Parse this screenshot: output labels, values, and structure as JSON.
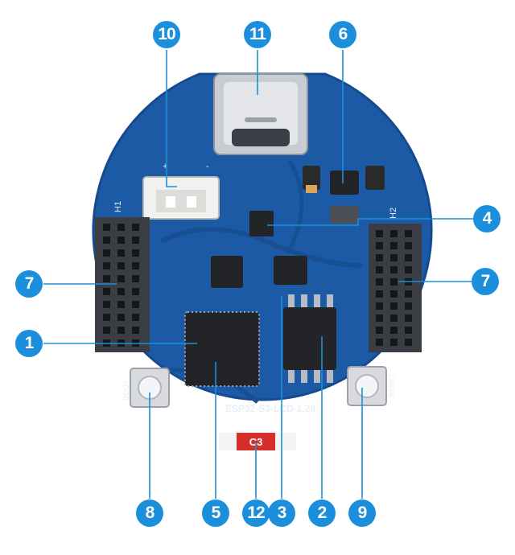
{
  "board": {
    "model_text": "ESP32-S3-LCD-1.28",
    "header_left_label": "H1",
    "header_right_label": "H2",
    "boot_label": "BOOT",
    "reset_label": "RESET",
    "cap_label": "C3",
    "pin_plus": "+",
    "pin_minus": "-"
  },
  "callouts": [
    "1",
    "2",
    "3",
    "4",
    "5",
    "6",
    "7",
    "7",
    "8",
    "9",
    "10",
    "11",
    "12"
  ],
  "colors": {
    "pcb": "#1c5aa5",
    "pcb_edge": "#154b8e",
    "callout": "#1b8fdc",
    "leader": "#1b8fdc",
    "header": "#3a3d44",
    "chip": "#222428",
    "silkscreen": "#e8eef7"
  },
  "icons": {
    "usb": "usb-c-connector-icon",
    "battery": "battery-connector-icon"
  }
}
